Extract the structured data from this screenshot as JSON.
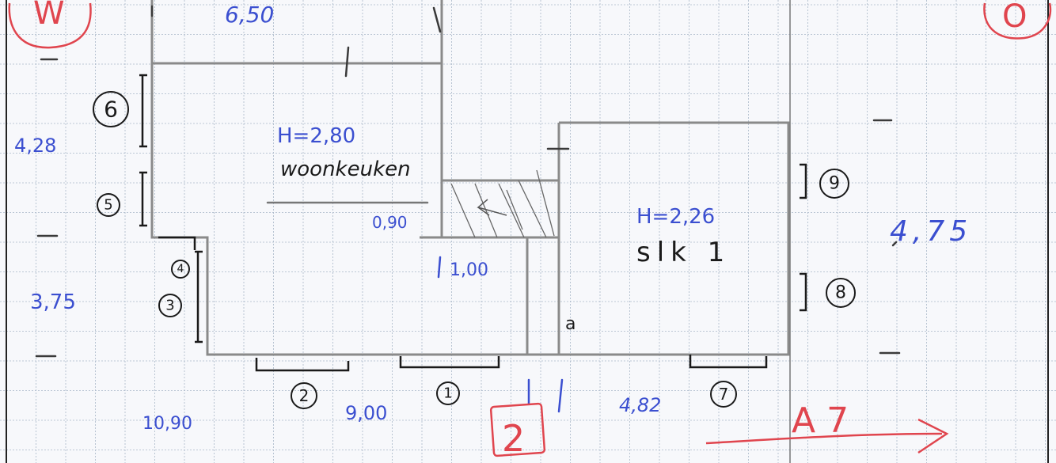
{
  "colors": {
    "paper": "#f7f8fb",
    "grid": "#a9b7c9",
    "wall": "#8a8a8a",
    "pencil": "#3a3a3a",
    "ink_blue": "#3b4fd0",
    "ink_red": "#e0454e",
    "ink_black": "#1a1a1a"
  },
  "labels": {
    "top_dimension": "6,50",
    "woonkeuken_height": "H=2,80",
    "woonkeuken_name": "woonkeuken",
    "stair_dimension": "0,90",
    "depth_1": "1,00",
    "slk_height": "H=2,26",
    "slk_name": "slk 1",
    "right_dimension": "4,75",
    "left_dimension_top": "4,28",
    "left_dimension_bottom": "3,75",
    "bottom_dimension_left": "10,90",
    "bottom_dimension_mid": "9,00",
    "bottom_dimension_right": "4,82",
    "corner_mark": "a",
    "sheet_code": "A7",
    "page_number": "2",
    "top_left_badge": "W",
    "top_right_badge": "O"
  },
  "window_markers": [
    "1",
    "2",
    "3",
    "4",
    "5",
    "6",
    "7",
    "8",
    "9"
  ]
}
